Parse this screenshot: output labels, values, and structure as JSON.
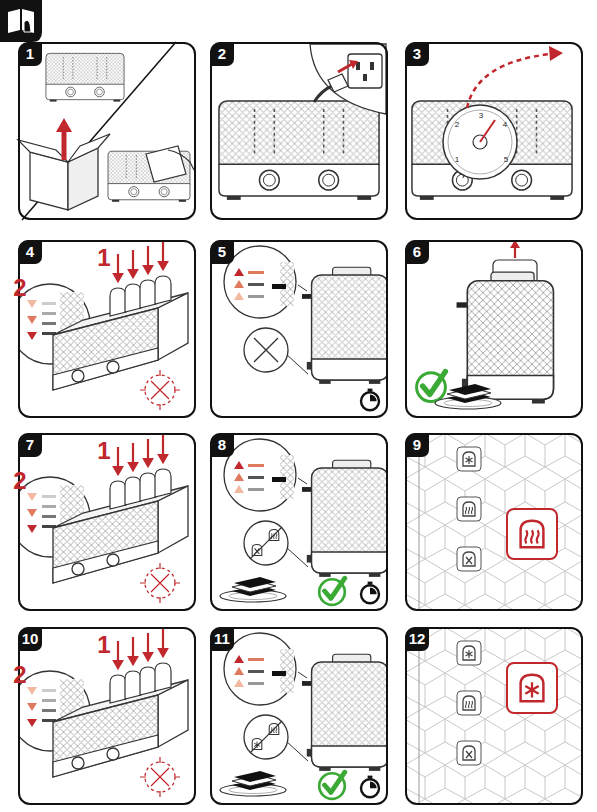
{
  "diagram": {
    "nodes": [
      {
        "text": [
          "1"
        ]
      },
      {
        "text": [
          "2"
        ]
      },
      {
        "text": [
          "3"
        ]
      },
      {
        "text": [
          "4"
        ]
      },
      {
        "text": [
          "5"
        ]
      },
      {
        "text": [
          "6"
        ]
      },
      {
        "text": [
          "7"
        ]
      },
      {
        "text": [
          "8"
        ]
      },
      {
        "text": [
          "9"
        ]
      },
      {
        "text": [
          "10"
        ]
      },
      {
        "text": [
          "11"
        ]
      },
      {
        "text": [
          "12"
        ]
      }
    ],
    "labels": [
      "3",
      "2",
      "4",
      "1",
      "5",
      "1",
      "2",
      "1",
      "2",
      "1",
      "2"
    ]
  }
}
